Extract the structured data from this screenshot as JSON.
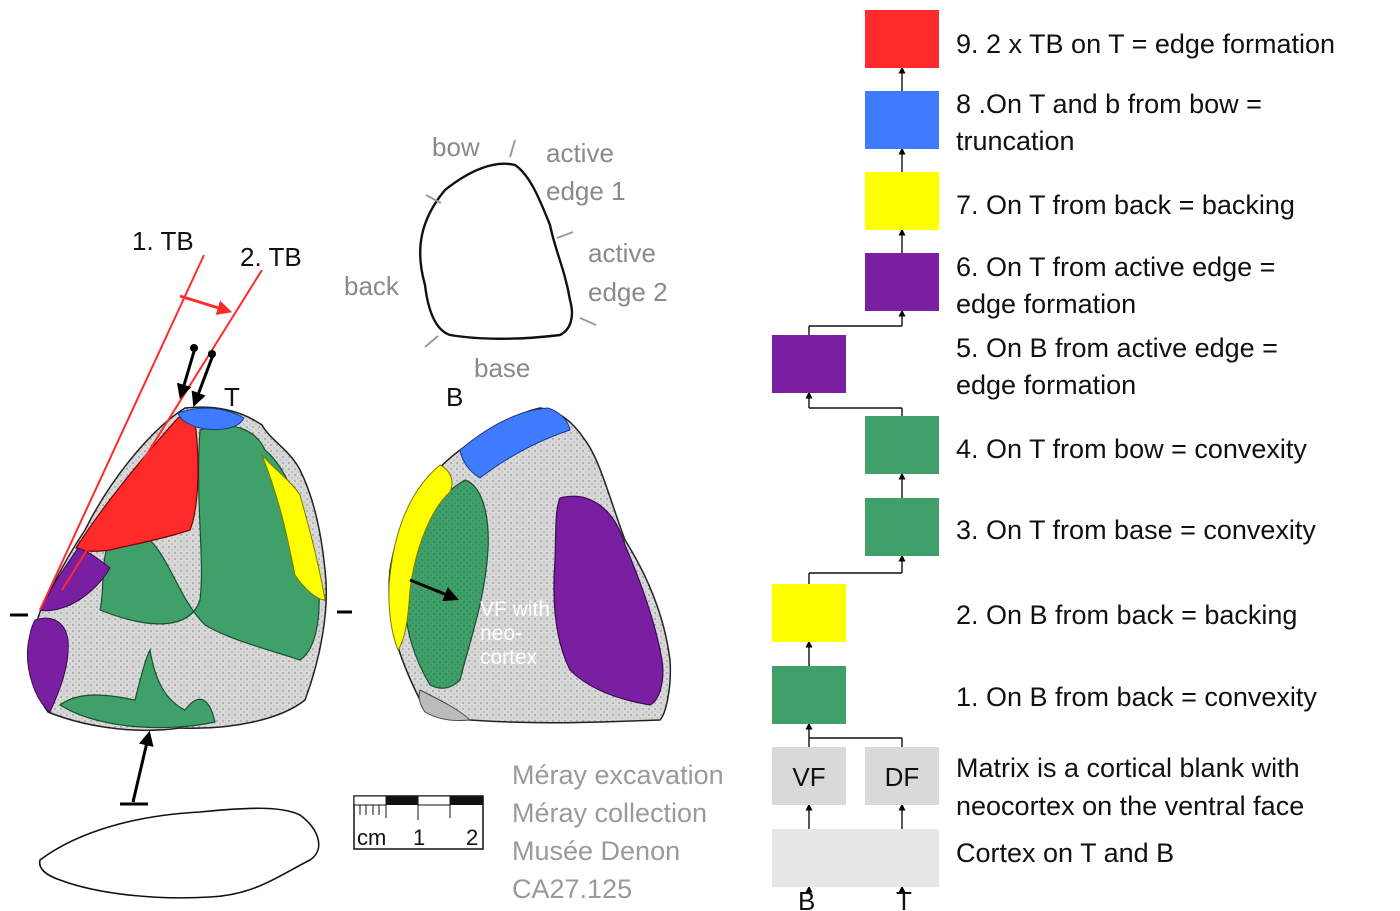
{
  "front_view": {
    "label_top": "T",
    "label_tb1": "1. TB",
    "label_tb2": "2. TB"
  },
  "back_view": {
    "label_B": "B",
    "vf_note_lines": [
      "VF with",
      "neo-",
      "cortex"
    ]
  },
  "outline": {
    "bow": "bow",
    "active1_lines": [
      "active",
      "edge 1"
    ],
    "active2_lines": [
      "active",
      "edge 2"
    ],
    "back": "back",
    "base": "base"
  },
  "scale": {
    "unit": "cm",
    "tick1": "1",
    "tick2": "2"
  },
  "provenance": [
    "Méray excavation",
    "Méray collection",
    "Musée Denon",
    "CA27.125"
  ],
  "flow_bottom": {
    "B": "B",
    "T": "T"
  },
  "flow": {
    "vf_label": "VF",
    "df_label": "DF",
    "steps": [
      {
        "lines": [
          "9. 2 x TB on T = edge formation"
        ],
        "color": "#ff2a2a",
        "face": "T"
      },
      {
        "lines": [
          "8 .On T and b from bow =",
          "truncation"
        ],
        "color": "#3f7bff",
        "face": "T"
      },
      {
        "lines": [
          "7. On T from back = backing"
        ],
        "color": "#ffff00",
        "face": "T"
      },
      {
        "lines": [
          "6. On T from active edge =",
          "edge formation"
        ],
        "color": "#7b1fa2",
        "face": "T"
      },
      {
        "lines": [
          "5. On B from active edge =",
          "edge formation"
        ],
        "color": "#7b1fa2",
        "face": "B"
      },
      {
        "lines": [
          "4. On T from bow = convexity"
        ],
        "color": "#3fa06a",
        "face": "T"
      },
      {
        "lines": [
          "3. On T from base = convexity"
        ],
        "color": "#3fa06a",
        "face": "T"
      },
      {
        "lines": [
          "2. On B from back = backing"
        ],
        "color": "#ffff00",
        "face": "B"
      },
      {
        "lines": [
          "1. On B from back = convexity"
        ],
        "color": "#3fa06a",
        "face": "B"
      },
      {
        "lines": [
          "Matrix is a cortical blank with",
          "neocortex on the ventral face"
        ],
        "color": "#d9d9d9",
        "face": "both"
      },
      {
        "lines": [
          "Cortex on T and B"
        ],
        "color": "#e6e6e6",
        "face": "base"
      }
    ]
  },
  "colors": {
    "red": "#ff2a2a",
    "blue": "#3f7bff",
    "yellow": "#ffff00",
    "purple": "#7b1fa2",
    "green": "#3fa06a",
    "grey_surface": "#d4d4d4"
  }
}
